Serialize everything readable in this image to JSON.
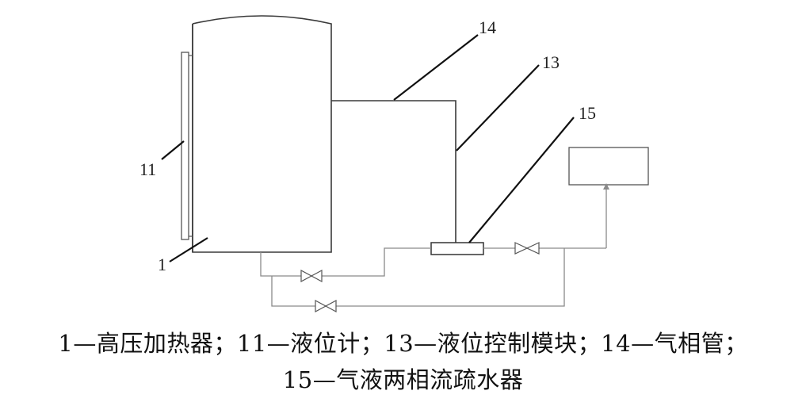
{
  "diagram": {
    "labels": {
      "heater": "1",
      "level_gauge": "11",
      "level_control_module": "13",
      "vapor_tube": "14",
      "two_phase_drainer": "15"
    },
    "colors": {
      "vessel_line": "#3a3a3a",
      "pipe_line": "#8a8a8a",
      "leader_line": "#111111"
    }
  },
  "caption": {
    "line1": "1—高压加热器；11—液位计；13—液位控制模块；14—气相管；",
    "line2": "15—气液两相流疏水器"
  }
}
